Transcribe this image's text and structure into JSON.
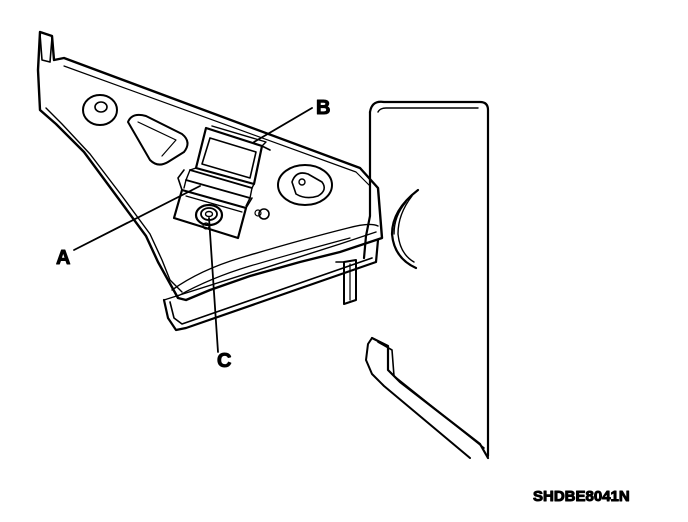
{
  "figure": {
    "callouts": {
      "a": "A",
      "b": "B",
      "c": "C"
    },
    "figure_id": "SHDBE8041N"
  },
  "colors": {
    "line": "#000000",
    "background": "#ffffff"
  }
}
